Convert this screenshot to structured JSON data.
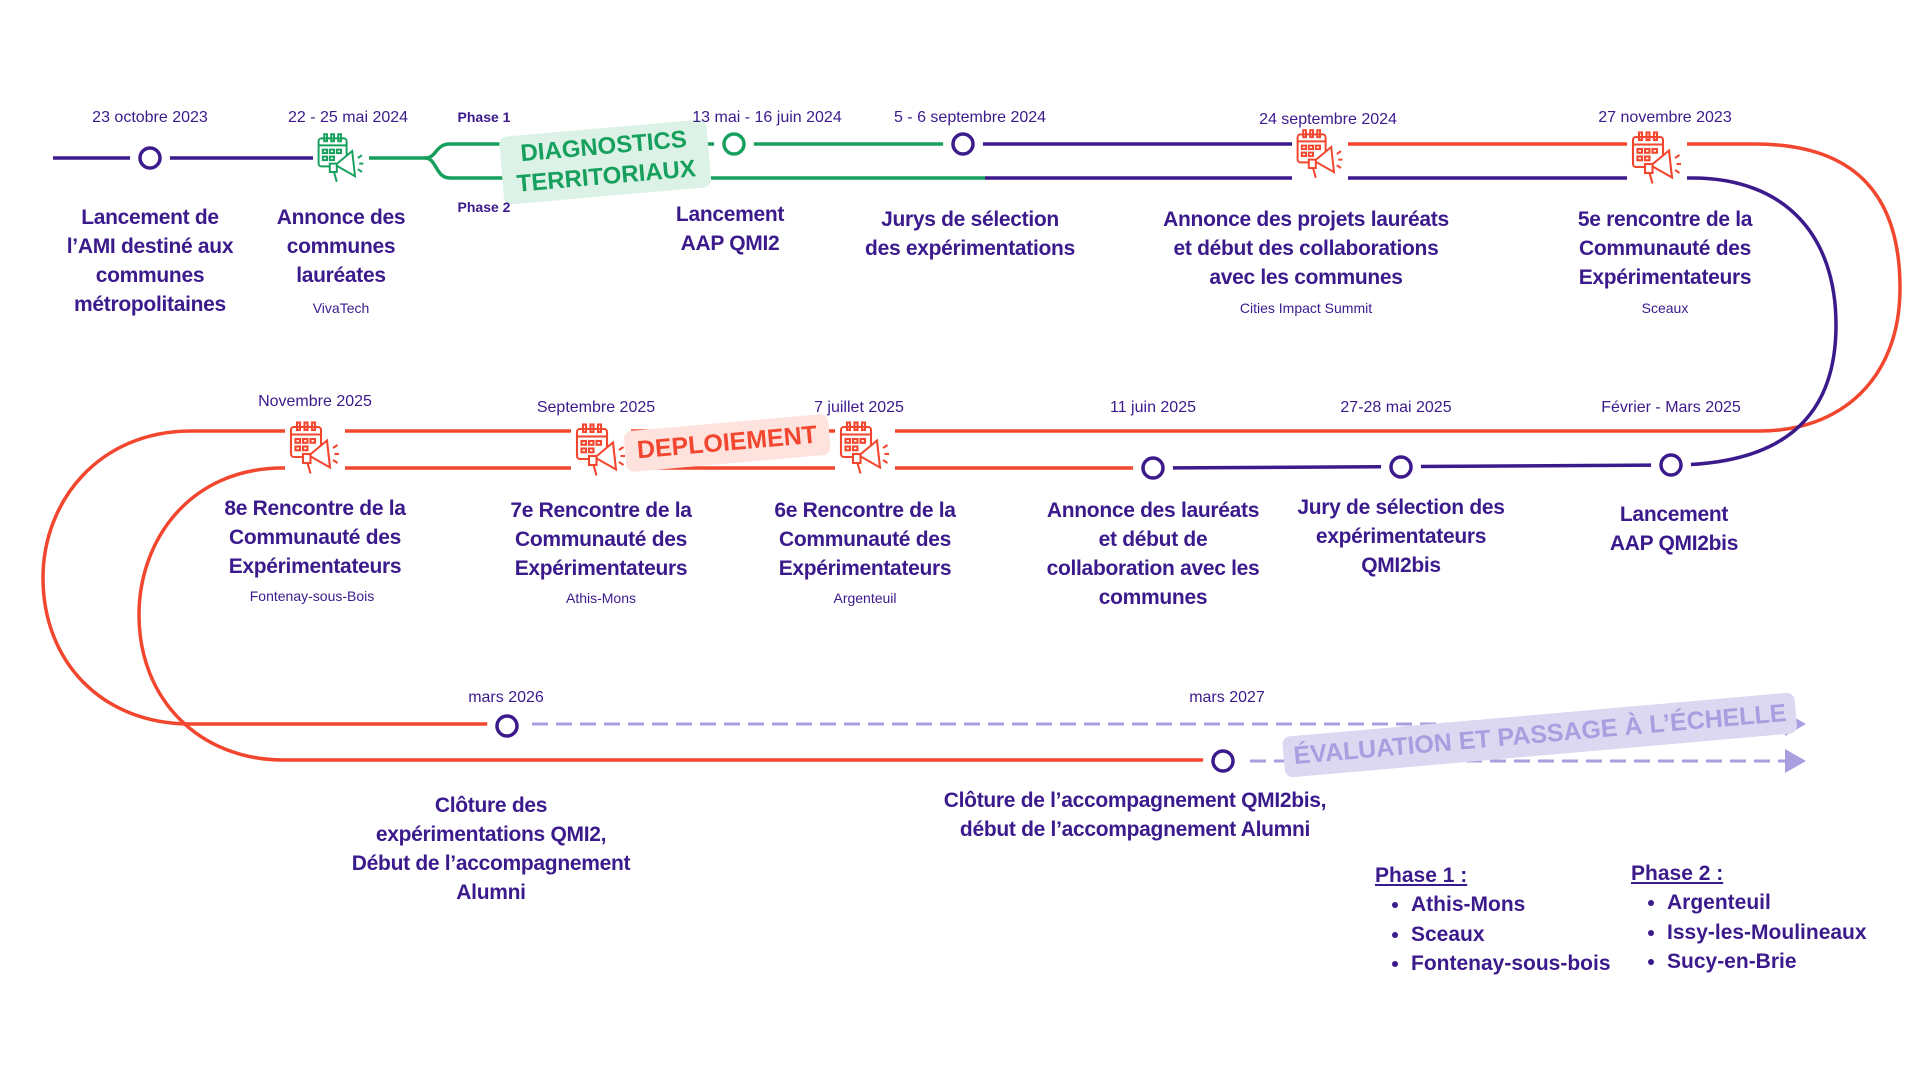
{
  "colors": {
    "purple": "#3b1a8c",
    "green": "#17a05d",
    "red": "#f2462e",
    "lavender": "#a99ee0"
  },
  "badges": {
    "diagnostics": "DIAGNOSTICS\nTERRITORIAUX",
    "deploiement": "DEPLOIEMENT",
    "evaluation": "ÉVALUATION ET PASSAGE À L’ÉCHELLE"
  },
  "phase_labels": {
    "phase1": "Phase 1",
    "phase2": "Phase 2"
  },
  "row1": [
    {
      "date": "23 octobre 2023",
      "title": "Lancement de\nl’AMI destiné aux\ncommunes\nmétropolitaines",
      "icon": "circle-milestone"
    },
    {
      "date": "22 - 25 mai 2024",
      "title": "Annonce des\ncommunes\nlauréates",
      "sub": "VivaTech",
      "icon": "calendar-megaphone-icon"
    },
    {
      "date": "13 mai - 16 juin 2024",
      "title": "Lancement\nAAP QMI2",
      "icon": "circle-milestone"
    },
    {
      "date": "5 - 6 septembre 2024",
      "title": "Jurys de sélection\ndes expérimentations",
      "icon": "circle-milestone"
    },
    {
      "date": "24 septembre 2024",
      "title": "Annonce des projets lauréats\net début des collaborations\navec les communes",
      "sub": "Cities Impact Summit",
      "icon": "calendar-megaphone-icon"
    },
    {
      "date": "27 novembre 2023",
      "title": "5e rencontre de la\nCommunauté des\nExpérimentateurs",
      "sub": "Sceaux",
      "icon": "calendar-megaphone-icon"
    }
  ],
  "row2": [
    {
      "date": "Novembre 2025",
      "title": "8e Rencontre de la\nCommunauté des\nExpérimentateurs",
      "sub": "Fontenay-sous-Bois"
    },
    {
      "date": "Septembre 2025",
      "title": "7e Rencontre de la\nCommunauté des\nExpérimentateurs",
      "sub": "Athis-Mons"
    },
    {
      "date": "7 juillet 2025",
      "title": "6e Rencontre de la\nCommunauté des\nExpérimentateurs",
      "sub": "Argenteuil"
    },
    {
      "date": "11 juin 2025",
      "title": "Annonce des lauréats\net début de\ncollaboration avec les\ncommunes"
    },
    {
      "date": "27-28 mai 2025",
      "title": "Jury de sélection des\nexpérimentateurs\nQMI2bis"
    },
    {
      "date": "Février - Mars 2025",
      "title": "Lancement\nAAP QMI2bis"
    }
  ],
  "row3": [
    {
      "date": "mars 2026",
      "title": "Clôture des\nexpérimentations QMI2,\nDébut de l’accompagnement\nAlumni"
    },
    {
      "date": "mars 2027",
      "title": "Clôture de l’accompagnement QMI2bis,\ndébut de l’accompagnement Alumni"
    }
  ],
  "legend": {
    "phase1": {
      "title": "Phase 1 :",
      "items": [
        "Athis-Mons",
        "Sceaux",
        "Fontenay-sous-bois"
      ]
    },
    "phase2": {
      "title": "Phase 2 :",
      "items": [
        "Argenteuil",
        "Issy-les-Moulineaux",
        "Sucy-en-Brie"
      ]
    }
  }
}
